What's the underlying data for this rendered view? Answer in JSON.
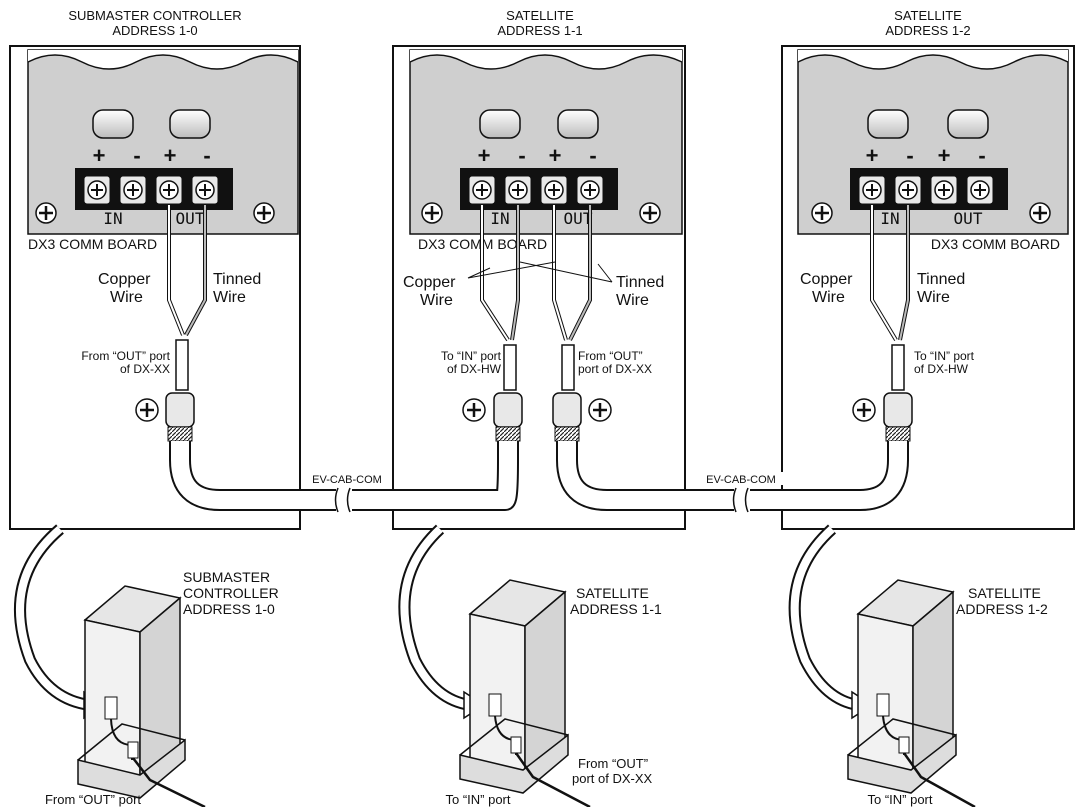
{
  "sections": [
    {
      "id": "submaster",
      "header": [
        "SUBMASTER CONTROLLER",
        "ADDRESS 1-0"
      ],
      "terminal_signs": [
        "+",
        "-",
        "+",
        "-"
      ],
      "in_label": "IN",
      "out_label": "OUT",
      "board_label": "DX3 COMM BOARD",
      "copper_label": [
        "Copper",
        "Wire"
      ],
      "tinned_label": [
        "Tinned",
        "Wire"
      ],
      "port_notes": [
        [
          "From “OUT” port",
          "of DX-XX"
        ]
      ],
      "unit_label": [
        "SUBMASTER",
        "CONTROLLER",
        "ADDRESS 1-0"
      ],
      "bottom_note": "From “OUT” port"
    },
    {
      "id": "satellite-1-1",
      "header": [
        "SATELLITE",
        "ADDRESS 1-1"
      ],
      "terminal_signs": [
        "+",
        "-",
        "+",
        "-"
      ],
      "in_label": "IN",
      "out_label": "OUT",
      "board_label": "DX3 COMM BOARD",
      "copper_label": [
        "Copper",
        "Wire"
      ],
      "tinned_label": [
        "Tinned",
        "Wire"
      ],
      "port_notes": [
        [
          "To “IN” port",
          "of DX-HW"
        ],
        [
          "From “OUT”",
          "port of DX-XX"
        ]
      ],
      "unit_label": [
        "SATELLITE",
        "ADDRESS 1-1"
      ],
      "side_note": [
        "From “OUT”",
        "port of DX-XX"
      ],
      "bottom_note": "To “IN” port"
    },
    {
      "id": "satellite-1-2",
      "header": [
        "SATELLITE",
        "ADDRESS 1-2"
      ],
      "terminal_signs": [
        "+",
        "-",
        "+",
        "-"
      ],
      "in_label": "IN",
      "out_label": "OUT",
      "board_label": "DX3 COMM BOARD",
      "copper_label": [
        "Copper",
        "Wire"
      ],
      "tinned_label": [
        "Tinned",
        "Wire"
      ],
      "port_notes": [
        [
          "To “IN” port",
          "of DX-HW"
        ]
      ],
      "unit_label": [
        "SATELLITE",
        "ADDRESS 1-2"
      ],
      "bottom_note": "To “IN” port"
    }
  ],
  "cable_labels": [
    "EV-CAB-COM",
    "EV-CAB-COM"
  ],
  "colors": {
    "board": "#cfcfcf",
    "ink": "#111111",
    "cable": "#ffffff"
  }
}
